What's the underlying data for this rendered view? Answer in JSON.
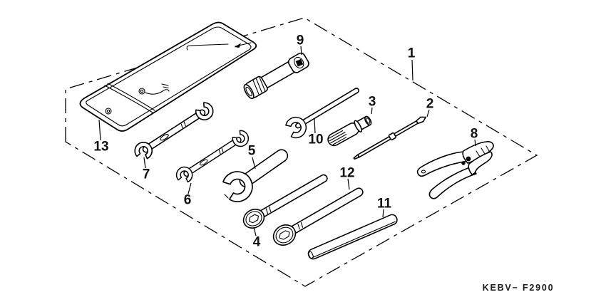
{
  "diagram": {
    "code_label": "KEBV− F2900",
    "callouts": [
      {
        "num": "1"
      },
      {
        "num": "2"
      },
      {
        "num": "3"
      },
      {
        "num": "4"
      },
      {
        "num": "5"
      },
      {
        "num": "6"
      },
      {
        "num": "7"
      },
      {
        "num": "8"
      },
      {
        "num": "9"
      },
      {
        "num": "10"
      },
      {
        "num": "11"
      },
      {
        "num": "12"
      },
      {
        "num": "13"
      }
    ],
    "colors": {
      "line": "#000000",
      "background": "#ffffff"
    }
  }
}
